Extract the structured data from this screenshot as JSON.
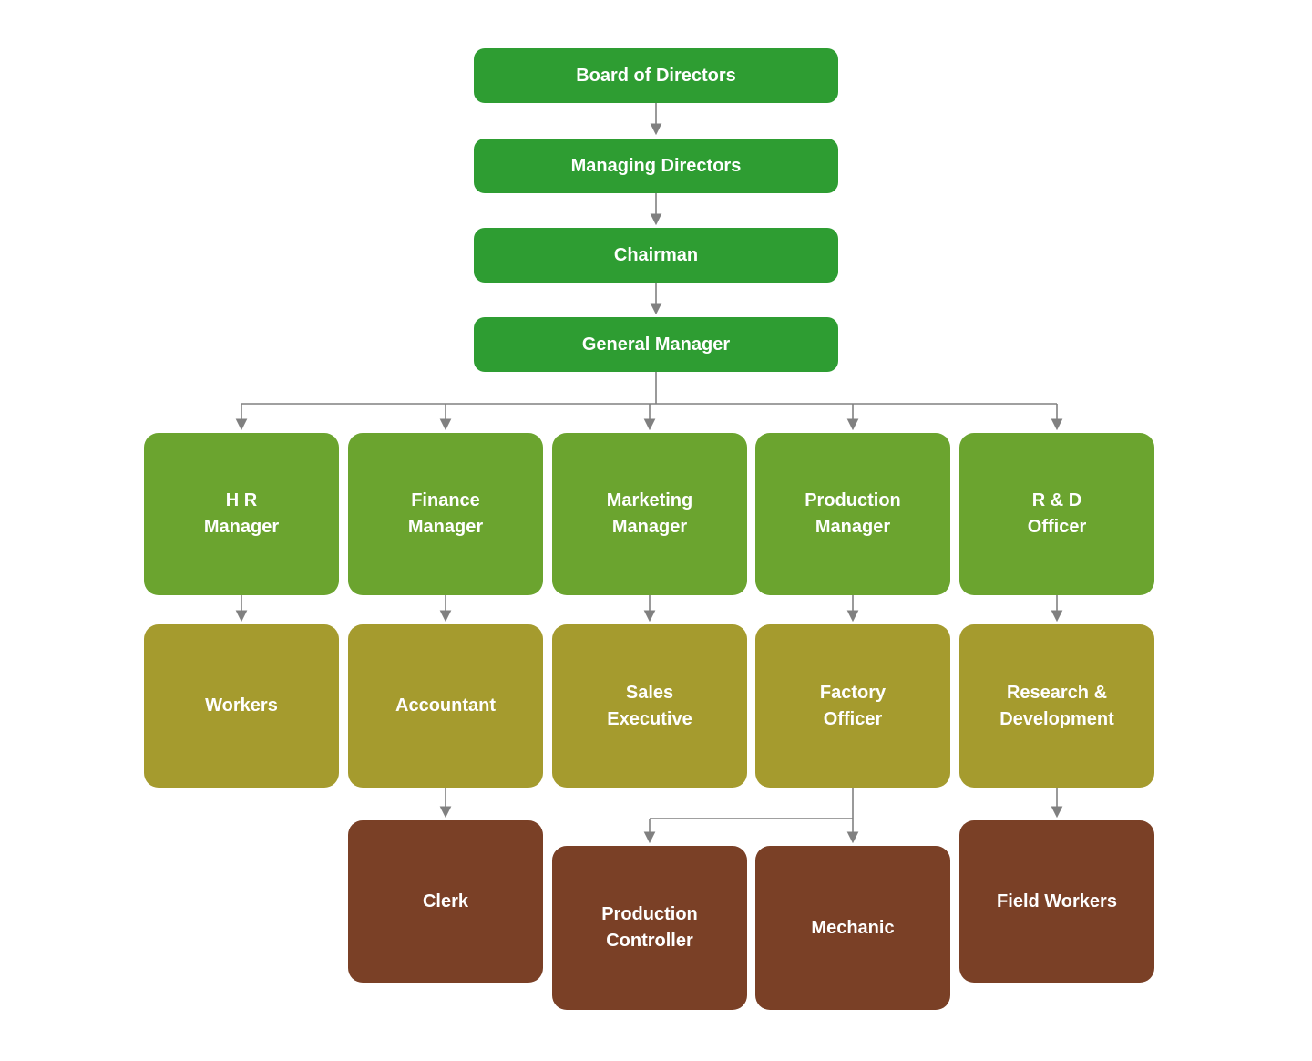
{
  "colors": {
    "executive_green": "#2e9d32",
    "manager_green": "#6ba42f",
    "staff_olive": "#a59b2e",
    "worker_brown": "#7a4026",
    "connector_gray": "#808080",
    "label_text": "#ffffff",
    "background": "#ffffff"
  },
  "org_chart": {
    "chain": [
      "Board of Directors",
      "Managing Directors",
      "Chairman",
      "General Manager"
    ],
    "branches": [
      {
        "manager": "H R\nManager",
        "staff": "Workers",
        "reports": []
      },
      {
        "manager": "Finance\nManager",
        "staff": "Accountant",
        "reports": [
          "Clerk"
        ]
      },
      {
        "manager": "Marketing\nManager",
        "staff": "Sales\nExecutive",
        "reports": []
      },
      {
        "manager": "Production\nManager",
        "staff": "Factory\nOfficer",
        "reports": [
          "Production\nController",
          "Mechanic"
        ]
      },
      {
        "manager": "R & D\nOfficer",
        "staff": "Research &\nDevelopment",
        "reports": [
          "Field Workers"
        ]
      }
    ]
  }
}
